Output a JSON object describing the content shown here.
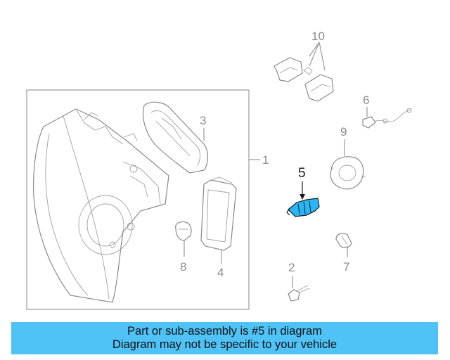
{
  "callouts": {
    "n1": "1",
    "n2": "2",
    "n3": "3",
    "n4": "4",
    "n5": "5",
    "n6": "6",
    "n7": "7",
    "n8": "8",
    "n9": "9",
    "n10": "10"
  },
  "highlight_color": "#29b6f6",
  "banner": {
    "line1": "Part or sub-assembly is #5 in diagram",
    "line2": "Diagram may not be specific to your vehicle",
    "color": "#4fc3f7"
  }
}
